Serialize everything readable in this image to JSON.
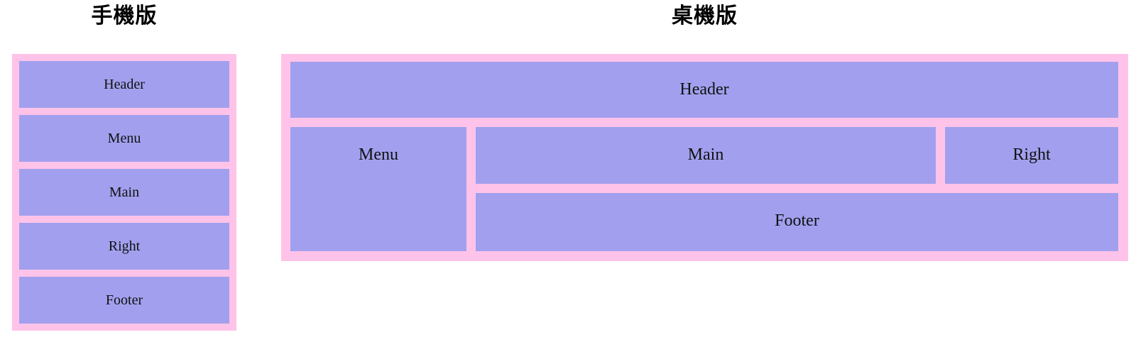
{
  "colors": {
    "canvas_bg": "#ffffff",
    "container_bg": "#ffc3e9",
    "box_bg": "#a2a0ee",
    "label_text": "#111111",
    "title_text": "#000000"
  },
  "mobile": {
    "title": "手機版",
    "boxes": [
      {
        "label": "Header"
      },
      {
        "label": "Menu"
      },
      {
        "label": "Main"
      },
      {
        "label": "Right"
      },
      {
        "label": "Footer"
      }
    ]
  },
  "desktop": {
    "title": "桌機版",
    "boxes": {
      "header": {
        "label": "Header"
      },
      "menu": {
        "label": "Menu"
      },
      "main": {
        "label": "Main"
      },
      "right": {
        "label": "Right"
      },
      "footer": {
        "label": "Footer"
      }
    }
  }
}
